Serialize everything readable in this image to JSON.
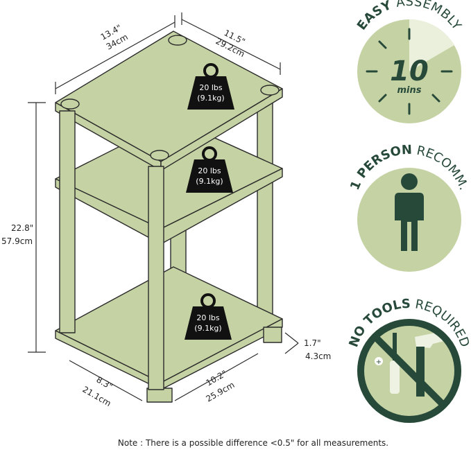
{
  "dimensions": {
    "width_in": "13.4\"",
    "width_cm": "34cm",
    "depth_in": "11.5\"",
    "depth_cm": "29.2cm",
    "height_in": "22.8\"",
    "height_cm": "57.9cm",
    "leg_in": "1.7\"",
    "leg_cm": "4.3cm",
    "base_w_in": "8.3\"",
    "base_w_cm": "21.1cm",
    "base_d_in": "10.2\"",
    "base_d_cm": "25.9cm"
  },
  "weights": [
    {
      "lbs": "20 lbs",
      "kg": "(9.1kg)"
    },
    {
      "lbs": "20 lbs",
      "kg": "(9.1kg)"
    },
    {
      "lbs": "20 lbs",
      "kg": "(9.1kg)"
    }
  ],
  "badges": {
    "assembly": {
      "bold": "EASY",
      "rest": " ASSEMBLY",
      "number": "10",
      "unit": "mins"
    },
    "person": {
      "bold": "1 PERSON",
      "rest": " RECOMM."
    },
    "tools": {
      "bold": "NO TOOLS",
      "rest": " REQUIRED"
    }
  },
  "colors": {
    "shelf": "#c5d2a3",
    "badge_fill": "#c5d2a3",
    "dark_green": "#27493a",
    "outline": "#2b2b2b"
  },
  "note": "Note : There is a possible difference <0.5\" for all measurements."
}
